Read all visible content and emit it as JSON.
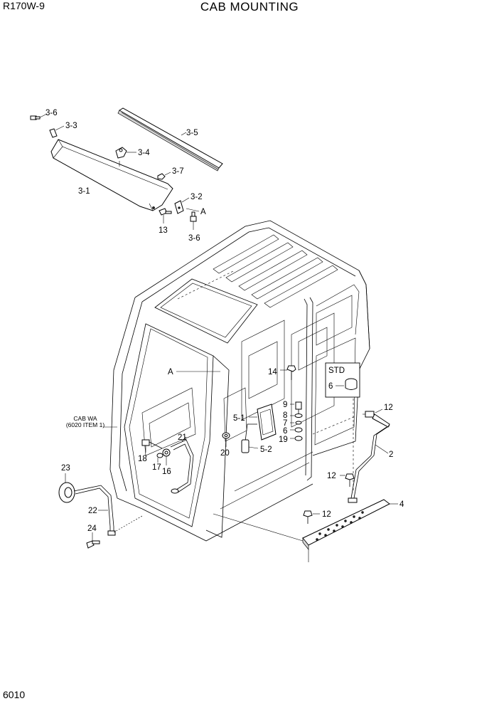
{
  "header": {
    "model": "R170W-9",
    "title": "CAB MOUNTING"
  },
  "footer": {
    "page_number": "6010"
  },
  "callouts": {
    "c3_6_top": "3-6",
    "c3_3": "3-3",
    "c3_5": "3-5",
    "c3_4": "3-4",
    "c3_7": "3-7",
    "c3_1": "3-1",
    "c3_2": "3-2",
    "cA_top": "A",
    "c13": "13",
    "c3_6_bot": "3-6",
    "cA_cab": "A",
    "c14": "14",
    "std": "STD",
    "c6_std": "6",
    "c12_right": "12",
    "c9": "9",
    "c8": "8",
    "c7": "7",
    "c6": "6",
    "c19": "19",
    "c5_1": "5-1",
    "c5_2": "5-2",
    "c20": "20",
    "c2": "2",
    "c12_mid": "12",
    "c4": "4",
    "c12_low": "12",
    "c21": "21",
    "c18": "18",
    "c17": "17",
    "c16": "16",
    "c23": "23",
    "c22": "22",
    "c24": "24"
  },
  "cab_note": {
    "line1": "CAB WA",
    "line2": "(6020 ITEM 1)"
  }
}
